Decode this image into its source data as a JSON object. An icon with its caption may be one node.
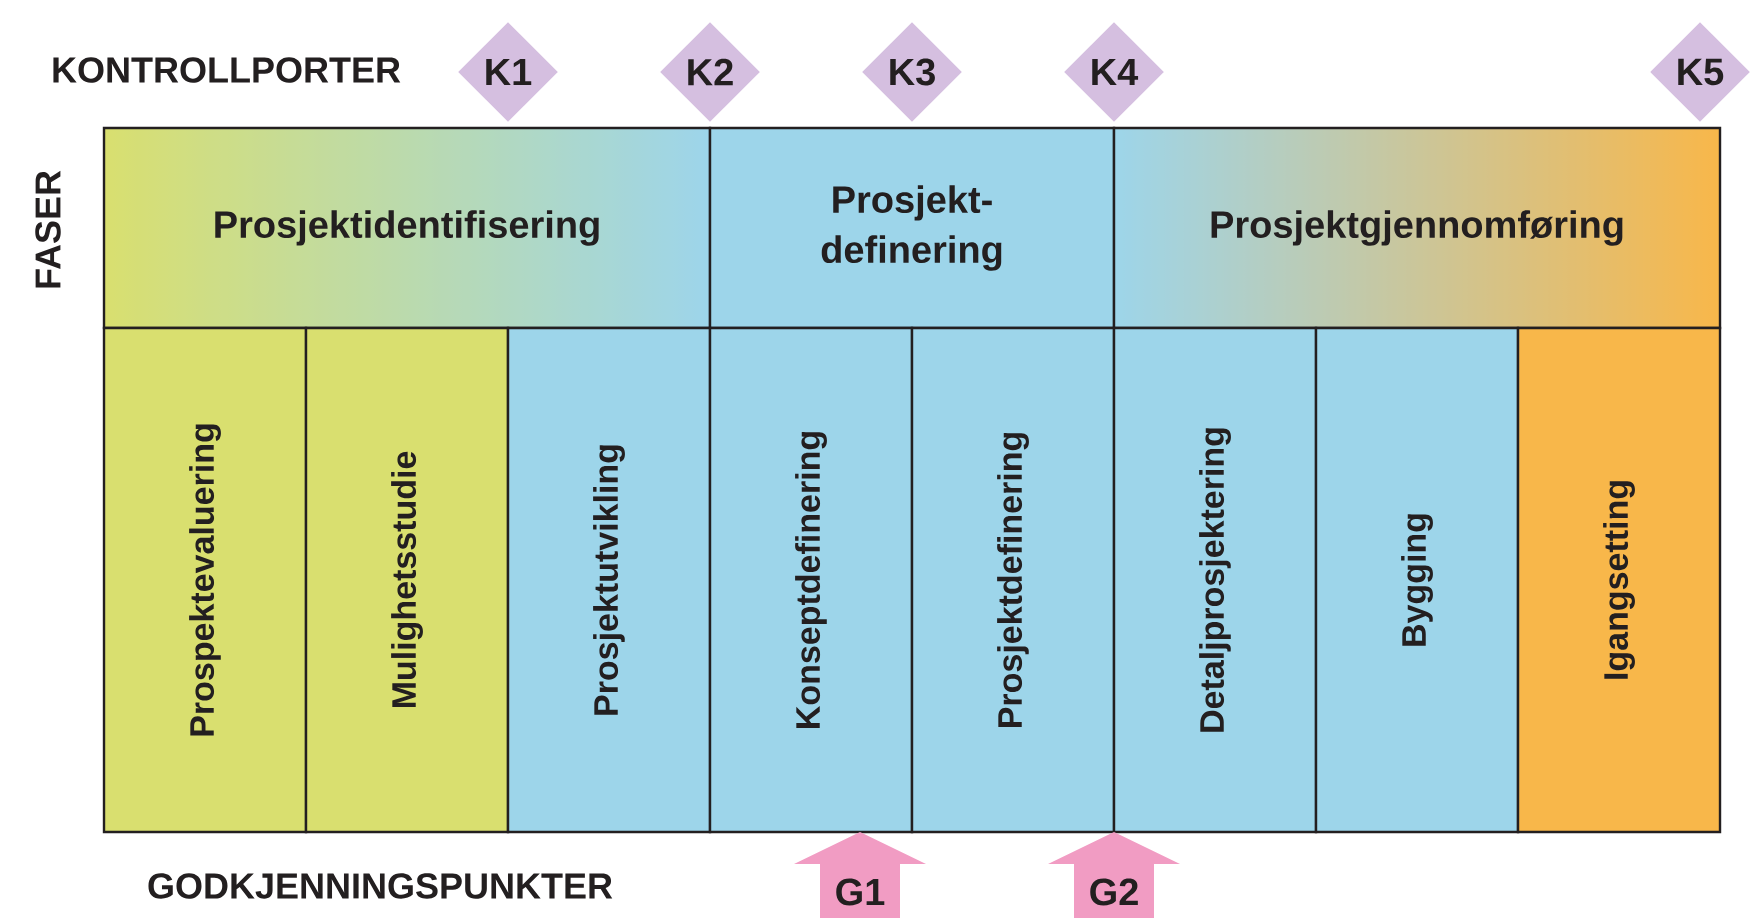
{
  "diagram": {
    "nodes": [
      {
        "text": [
          "K1"
        ]
      },
      {
        "text": [
          "K2"
        ]
      },
      {
        "text": [
          "K3"
        ]
      },
      {
        "text": [
          "K4"
        ]
      },
      {
        "text": [
          "K5"
        ]
      },
      {
        "text": [
          "Prosjektidentifisering"
        ]
      },
      {
        "text": [
          "Prosjekt- definering"
        ]
      },
      {
        "text": [
          "Prosjektgjennomføring"
        ]
      },
      {
        "text": [
          "Prospektevaluering"
        ]
      },
      {
        "text": [
          "Mulighetsstudie"
        ]
      },
      {
        "text": [
          "Prosjektutvikling"
        ]
      },
      {
        "text": [
          "Konseptdefinering"
        ]
      },
      {
        "text": [
          "Prosjektdefinering"
        ]
      },
      {
        "text": [
          "Detaljprosjektering"
        ]
      },
      {
        "text": [
          "Bygging"
        ]
      },
      {
        "text": [
          "Igangsetting"
        ]
      },
      {
        "text": [
          "G1"
        ]
      },
      {
        "text": [
          "G2"
        ]
      }
    ],
    "labels": [
      "KONTROLLPORTER",
      "FASER",
      "GODKJENNINGSPUNKTER"
    ]
  }
}
